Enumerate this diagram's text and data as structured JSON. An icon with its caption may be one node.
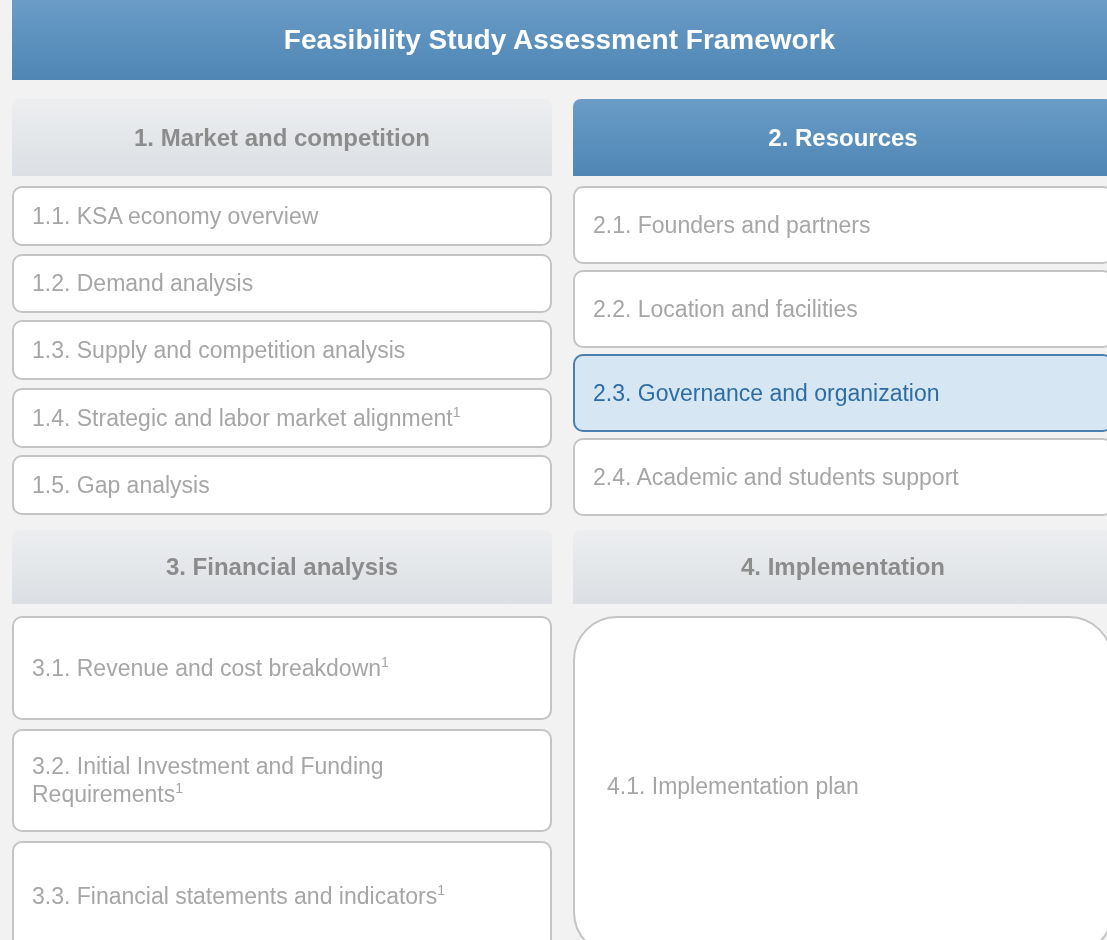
{
  "diagram": {
    "title": "Feasibility Study Assessment Framework",
    "nodes": [
      {
        "text": [
          "1. Market and competition"
        ]
      },
      {
        "text": [
          "1.1. KSA economy overview"
        ]
      },
      {
        "text": [
          "1.2. Demand analysis"
        ]
      },
      {
        "text": [
          "1.3. Supply and competition analysis"
        ]
      },
      {
        "text": [
          "1.4. Strategic and labor market alignment$^{1}$"
        ]
      },
      {
        "text": [
          "1.5. Gap analysis"
        ]
      },
      {
        "text": [
          "2. Resources"
        ]
      },
      {
        "text": [
          "2.1. Founders and partners"
        ]
      },
      {
        "text": [
          "2.2. Location and facilities"
        ]
      },
      {
        "text": [
          "2.3. Governance and organization"
        ]
      },
      {
        "text": [
          "2.4. Academic and students support"
        ]
      },
      {
        "text": [
          "3. Financial analysis"
        ]
      },
      {
        "text": [
          "3.1. Revenue and cost breakdown$^{1}$"
        ]
      },
      {
        "text": [
          "3.2. Initial Investment and Funding Requirements$^{1}$"
        ]
      },
      {
        "text": [
          "3.3. Financial statements and indicators$^{1}$"
        ]
      },
      {
        "text": [
          "4. Implementation"
        ]
      },
      {
        "text": [
          "4.1. Implementation plan"
        ]
      }
    ],
    "edges": []
  }
}
